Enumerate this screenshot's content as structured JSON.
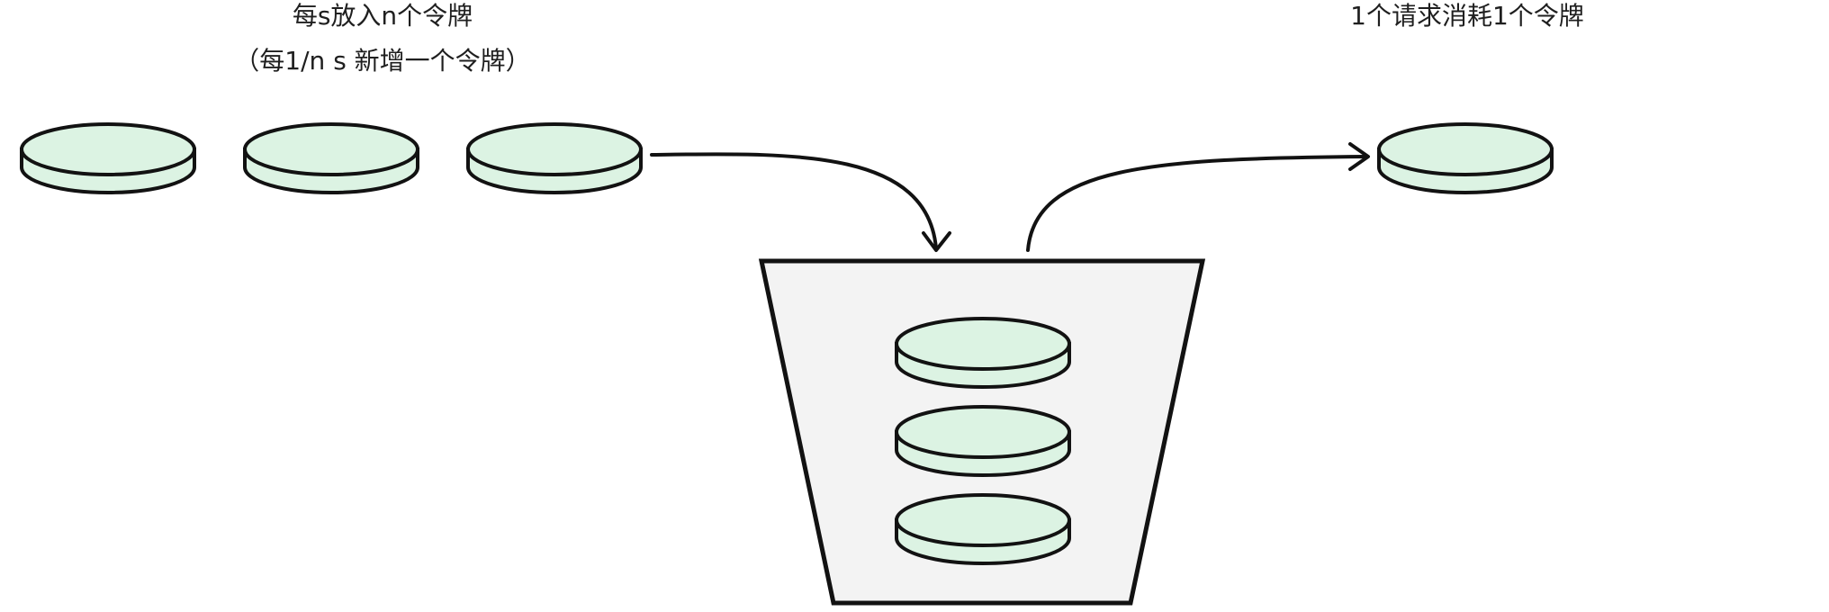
{
  "labels": {
    "input_rate": "每s放入n个令牌",
    "input_interval": "（每1/n s 新增一个令牌）",
    "consume": "1个请求消耗1个令牌"
  },
  "colors": {
    "token_fill": "#dcf3e3",
    "bucket_fill": "#f3f3f3",
    "stroke": "#121212"
  },
  "diagram": {
    "incoming_tokens": 3,
    "bucket_tokens": 3,
    "consumed_tokens": 1
  }
}
